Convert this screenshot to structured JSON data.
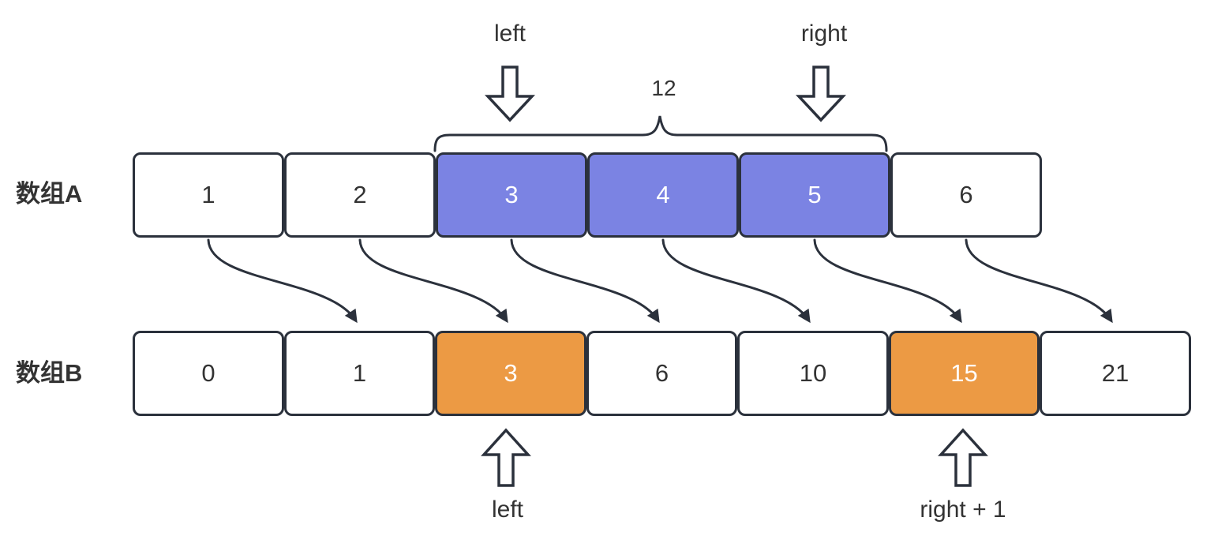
{
  "colors": {
    "purple": "#7b83e3",
    "orange": "#ec9a44",
    "stroke": "#2b313c",
    "text": "#333333",
    "cell_text_light": "#ffffff",
    "background": "#ffffff"
  },
  "arrays": {
    "a": {
      "label": "数组A",
      "cells": [
        "1",
        "2",
        "3",
        "4",
        "5",
        "6"
      ],
      "highlighted_indices": [
        2,
        3,
        4
      ],
      "highlight_color": "purple"
    },
    "b": {
      "label": "数组B",
      "cells": [
        "0",
        "1",
        "3",
        "6",
        "10",
        "15",
        "21"
      ],
      "highlighted_indices": [
        2,
        5
      ],
      "highlight_color": "orange"
    }
  },
  "annotations": {
    "pointer_top_left": "left",
    "pointer_top_right": "right",
    "brace_sum": "12",
    "pointer_bottom_left": "left",
    "pointer_bottom_right": "right + 1"
  }
}
